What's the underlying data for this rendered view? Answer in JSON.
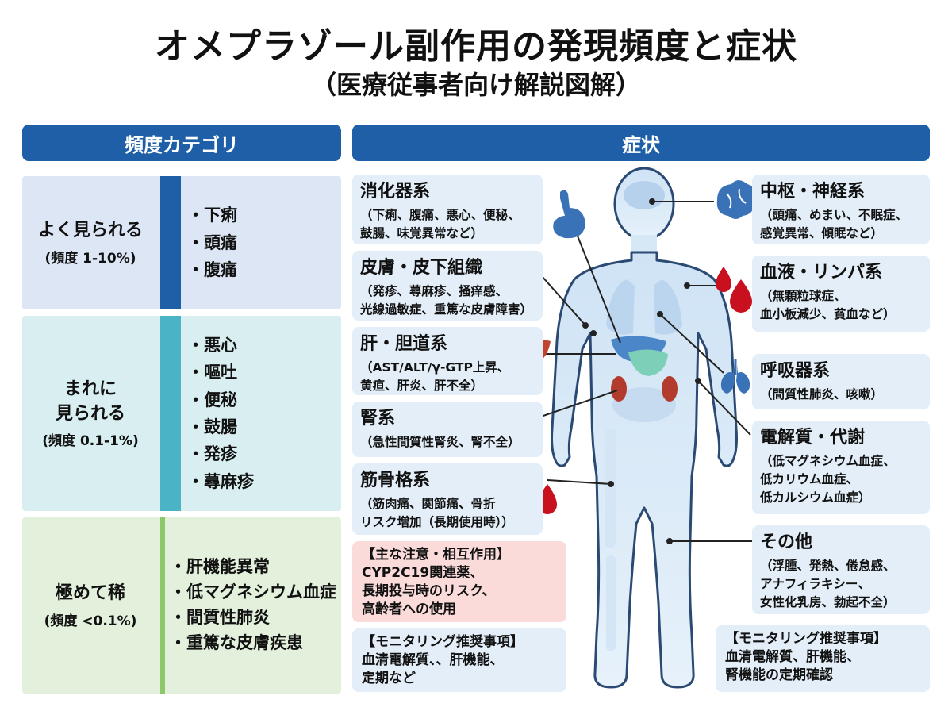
{
  "title": "オメプラゾール副作用の発現頻度と症状",
  "subtitle": "（医療従事者向け解説図解）",
  "headers": {
    "frequency": "頻度カテゴリ",
    "symptoms": "症状"
  },
  "frequency_categories": [
    {
      "name": "よく見られる",
      "pct": "(頻度 1-10%)",
      "items": [
        "・下痢",
        "・頭痛",
        "・腹痛"
      ]
    },
    {
      "name": "まれに\n見られる",
      "pct": "(頻度 0.1-1%)",
      "items": [
        "・悪心",
        "・嘔吐",
        "・便秘",
        "・鼓腸",
        "・発疹",
        "・蕁麻疹"
      ]
    },
    {
      "name": "極めて稀",
      "pct": "(頻度 <0.1%)",
      "items": [
        "・肝機能異常",
        "・低マグネシウム血症",
        "・間質性肺炎",
        "・重篤な皮膚疾患"
      ]
    }
  ],
  "symptom_boxes_left": [
    {
      "title": "消化器系",
      "desc": "（下痢、腹痛、悪心、便秘、\n鼓腸、味覚異常など）"
    },
    {
      "title": "皮膚・皮下組織",
      "desc": "（発疹、蕁麻疹、掻痒感、\n光線過敏症、重篤な皮膚障害）"
    },
    {
      "title": "肝・胆道系",
      "desc": "（AST/ALT/γ-GTP上昇、\n黄疸、肝炎、肝不全）"
    },
    {
      "title": "腎系",
      "desc": "（急性間質性腎炎、腎不全）"
    },
    {
      "title": "筋骨格系",
      "desc": "（筋肉痛、関節痛、骨折\nリスク増加（長期使用時））"
    }
  ],
  "symptom_boxes_right": [
    {
      "title": "中枢・神経系",
      "desc": "（頭痛、めまい、不眠症、\n感覚異常、傾眠など）"
    },
    {
      "title": "血液・リンパ系",
      "desc": "（無顆粒球症、\n血小板減少、貧血など）"
    },
    {
      "title": "呼吸器系",
      "desc": "（間質性肺炎、咳嗽）"
    },
    {
      "title": "電解質・代謝",
      "desc": "（低マグネシウム血症、\n低カリウム血症、\n低カルシウム血症）"
    },
    {
      "title": "その他",
      "desc": "（浮腫、発熱、倦怠感、\nアナフィラキシー、\n女性化乳房、勃起不全）"
    }
  ],
  "notes": {
    "caution": {
      "title": "【主な注意・相互作用】",
      "desc": "CYP2C19関連薬、\n長期投与時のリスク、\n高齢者への使用"
    },
    "monitor_left": {
      "title": "【モニタリング推奨事項】",
      "desc": "血清電解質、、肝機能、\n定期など"
    },
    "monitor_right": {
      "title": "【モニタリング推奨事項】",
      "desc": "血清電解質、肝機能、\n腎機能の定期確認"
    }
  },
  "colors": {
    "header": "#1e5fa8",
    "stripe_common": "#1e5fa8",
    "stripe_rare": "#4ab4c6",
    "stripe_very_rare": "#8cc86a",
    "bg_common": "#dde6f4",
    "bg_rare": "#d8eef0",
    "bg_very_rare": "#e2f0dc",
    "symptom_box": "#e3eef8",
    "caution_box": "#fbdada",
    "blood": "#c8101e",
    "organ_blue": "#3a72b8"
  },
  "icons": [
    "brain-icon",
    "blood-drops-icon",
    "lungs-icon",
    "stomach-icon",
    "liver-icon",
    "kidneys-icon",
    "human-body-illustration"
  ]
}
